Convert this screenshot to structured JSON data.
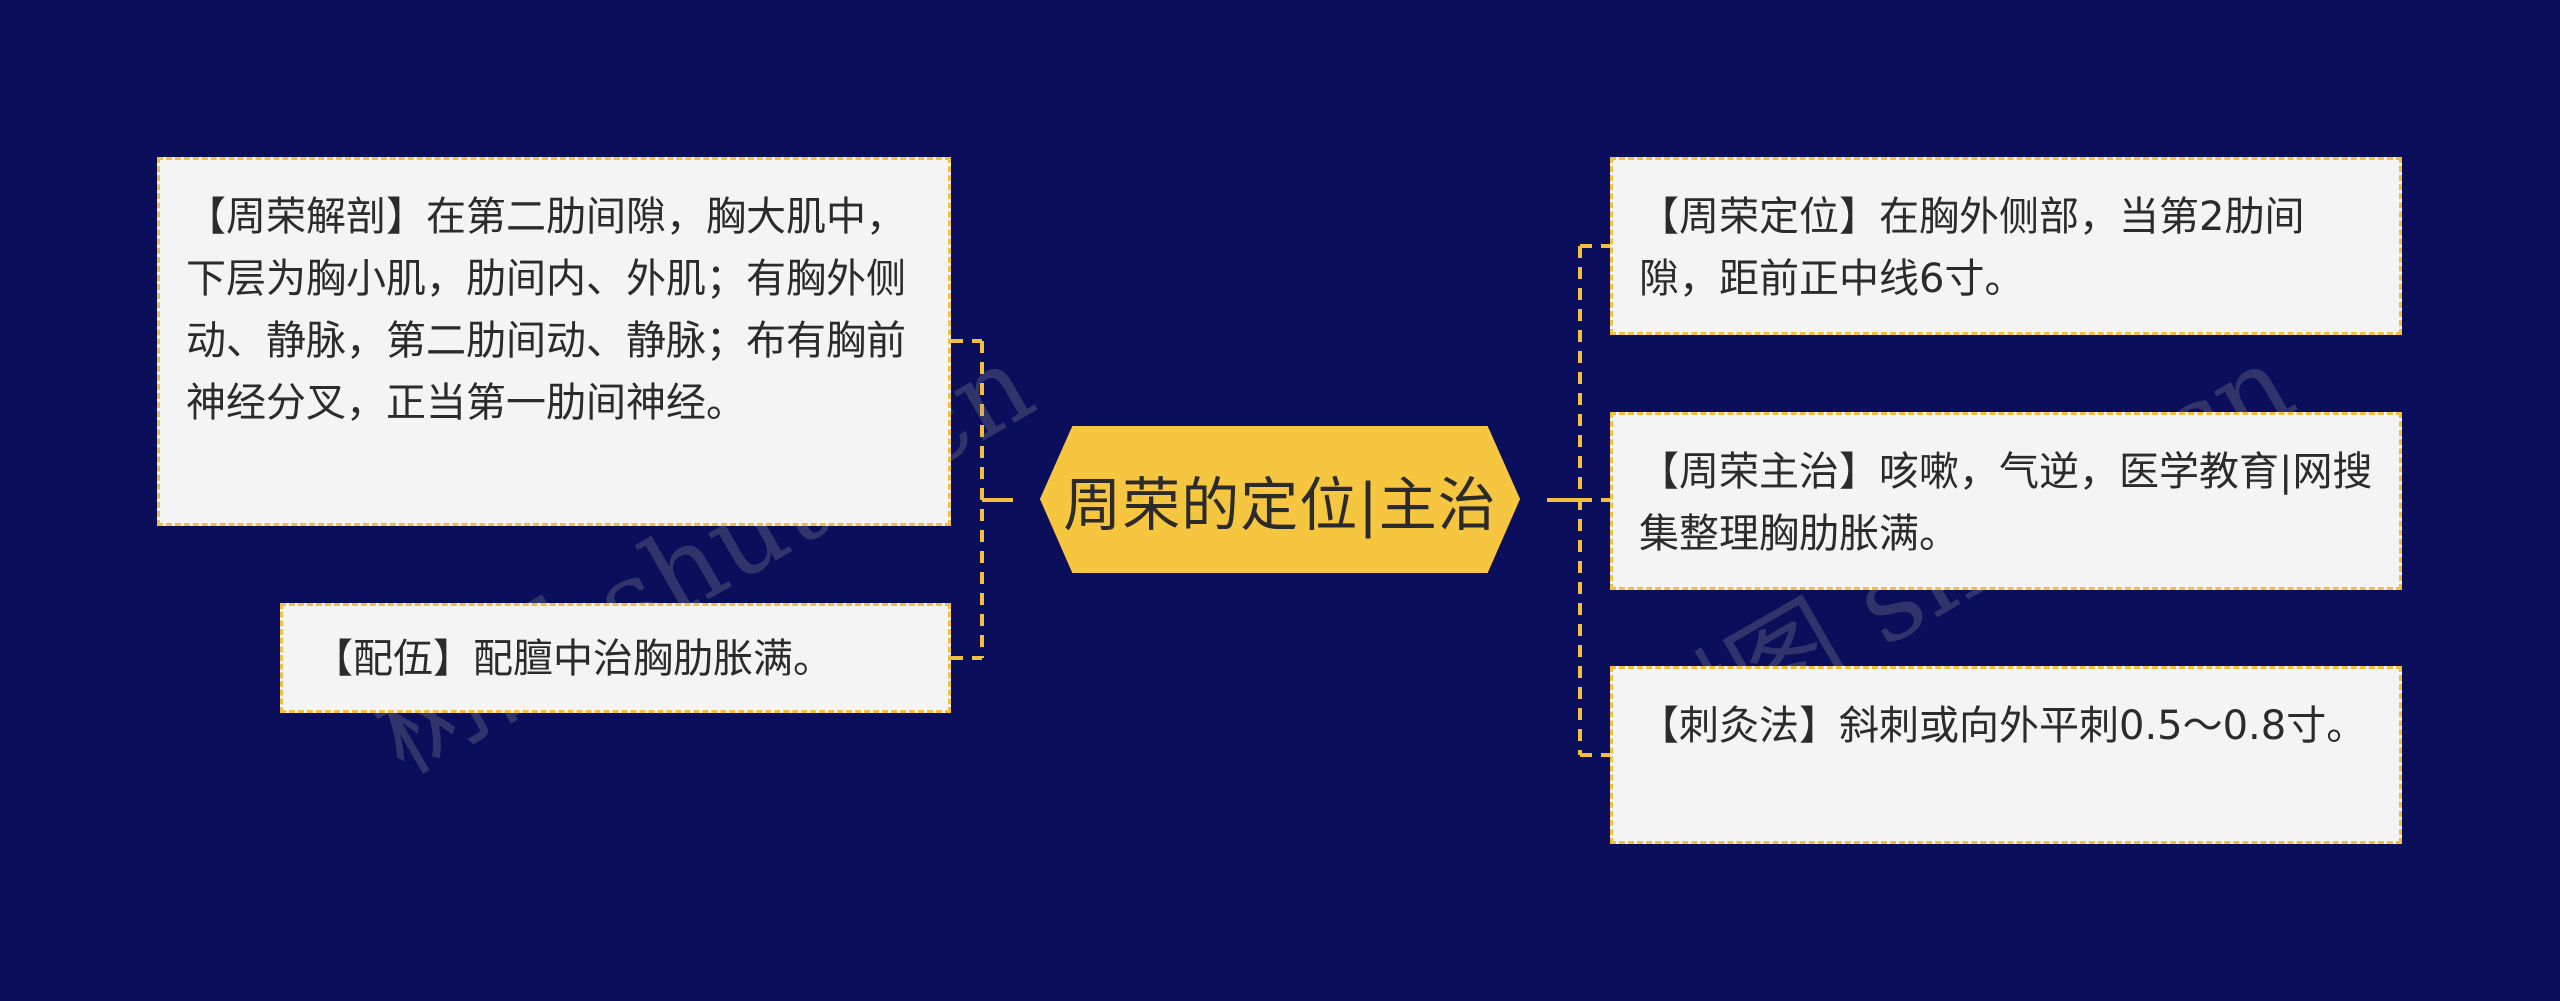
{
  "center": {
    "title": "周荣的定位|主治"
  },
  "left_nodes": [
    {
      "text": "【周荣解剖】在第二肋间隙，胸大肌中，下层为胸小肌，肋间内、外肌；有胸外侧动、静脉，第二肋间动、静脉；布有胸前神经分叉，正当第一肋间神经。"
    },
    {
      "text": "【配伍】配膻中治胸肋胀满。"
    }
  ],
  "right_nodes": [
    {
      "text": "【周荣定位】在胸外侧部，当第2肋间隙，距前正中线6寸。"
    },
    {
      "text": "【周荣主治】咳嗽，气逆，医学教育|网搜集整理胸肋胀满。"
    },
    {
      "text": "【刺灸法】斜刺或向外平刺0.5～0.8寸。"
    }
  ],
  "watermark": "树图 shutu.cn",
  "colors": {
    "background": "#0b0e5a",
    "accent": "#f7c641",
    "connector": "#f2c03e",
    "card": "#f4f4f4"
  }
}
